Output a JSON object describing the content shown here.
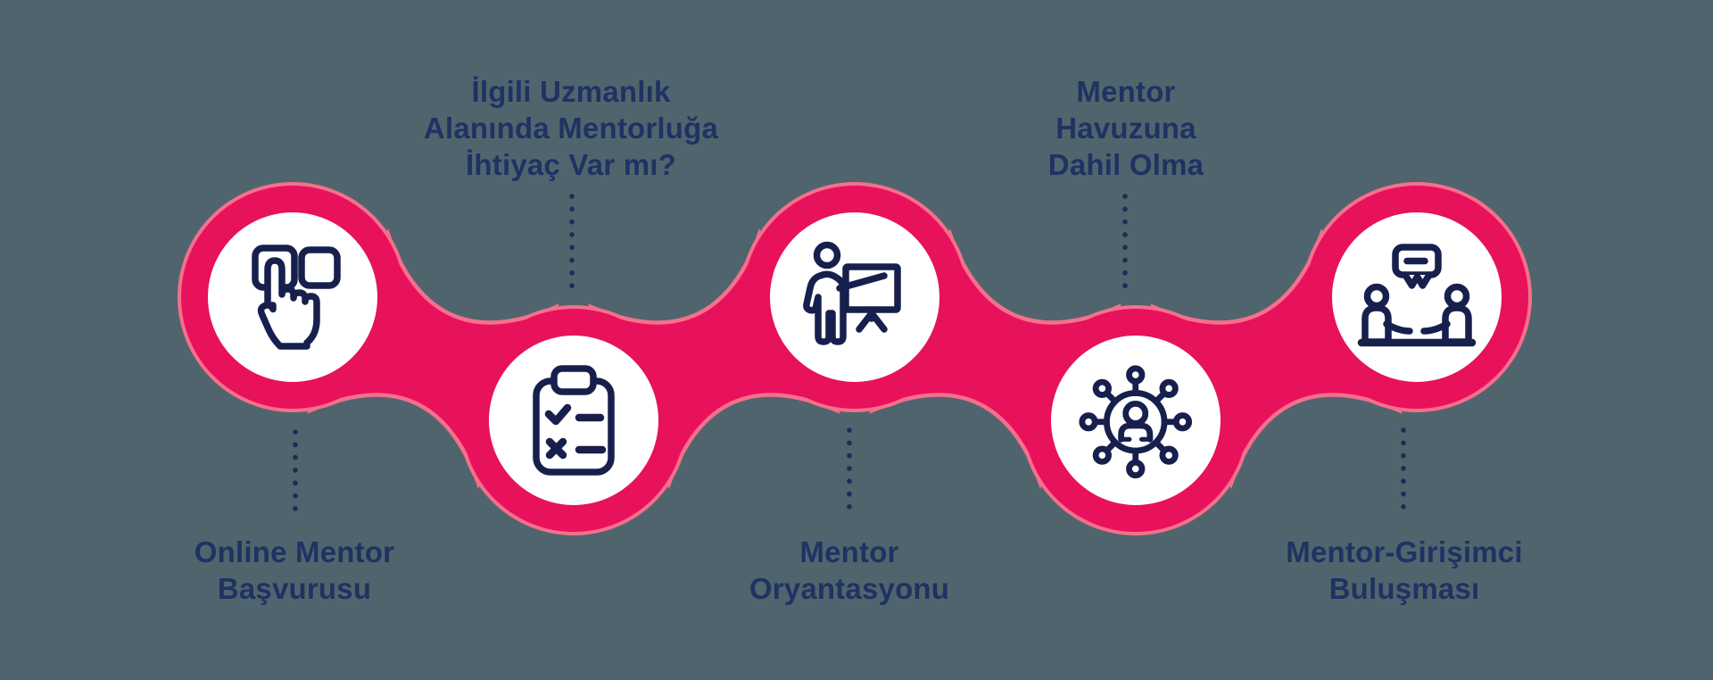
{
  "diagram": {
    "type": "process-flow-infographic",
    "language": "Turkish",
    "colors": {
      "background": "#50646D",
      "chain_fill": "#E8115B",
      "chain_rim": "#F4708C",
      "circle_inner": "#FFFFFF",
      "icon_stroke": "#171F4C",
      "label_text": "#1F3262",
      "dotted_line": "#1F2C57"
    },
    "steps": [
      {
        "id": 1,
        "icon": "press-button-icon",
        "label_position": "below",
        "label_lines": [
          "Online Mentor",
          "Başvurusu"
        ]
      },
      {
        "id": 2,
        "icon": "checklist-clipboard-icon",
        "label_position": "above",
        "label_lines": [
          "İlgili Uzmanlık",
          "Alanında Mentorluğa",
          "İhtiyaç Var mı?"
        ]
      },
      {
        "id": 3,
        "icon": "presenter-icon",
        "label_position": "below",
        "label_lines": [
          "Mentor",
          "Oryantasyonu"
        ]
      },
      {
        "id": 4,
        "icon": "mentor-network-icon",
        "label_position": "above",
        "label_lines": [
          "Mentor",
          "Havuzuna",
          "Dahil Olma"
        ]
      },
      {
        "id": 5,
        "icon": "meeting-icon",
        "label_position": "below",
        "label_lines": [
          "Mentor-Girişimci",
          "Buluşması"
        ]
      }
    ]
  }
}
